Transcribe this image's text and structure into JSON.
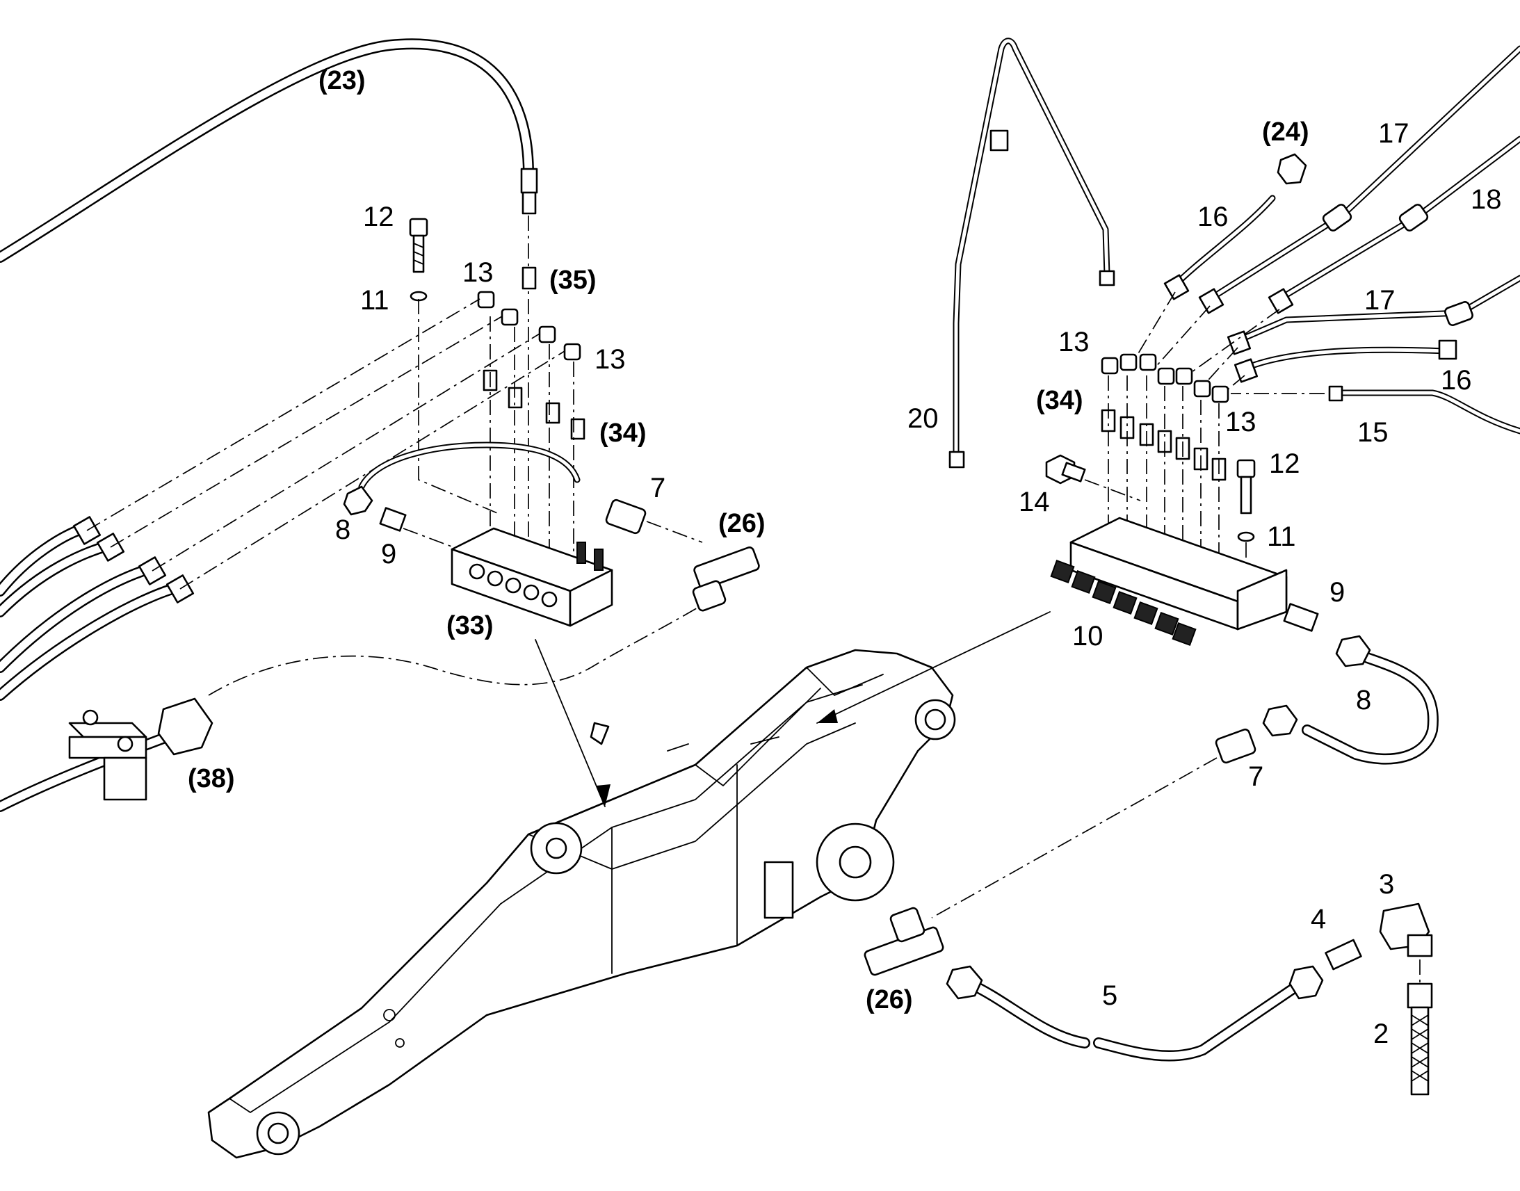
{
  "labels": {
    "p23": "(23)",
    "p12a": "12",
    "p11a": "11",
    "p13a": "13",
    "p35": "(35)",
    "p13b": "13",
    "p34a": "(34)",
    "p7a": "7",
    "p26a": "(26)",
    "p8a": "8",
    "p9a": "9",
    "p33": "(33)",
    "p38": "(38)",
    "p24": "(24)",
    "p17a": "17",
    "p18": "18",
    "p16a": "16",
    "p17b": "17",
    "p16b": "16",
    "p13c": "13",
    "p34b": "(34)",
    "p13d": "13",
    "p15": "15",
    "p20": "20",
    "p14": "14",
    "p12b": "12",
    "p11b": "11",
    "p9b": "9",
    "p10": "10",
    "p8b": "8",
    "p7b": "7",
    "p3": "3",
    "p4": "4",
    "p5": "5",
    "p2": "2",
    "p26b": "(26)"
  }
}
